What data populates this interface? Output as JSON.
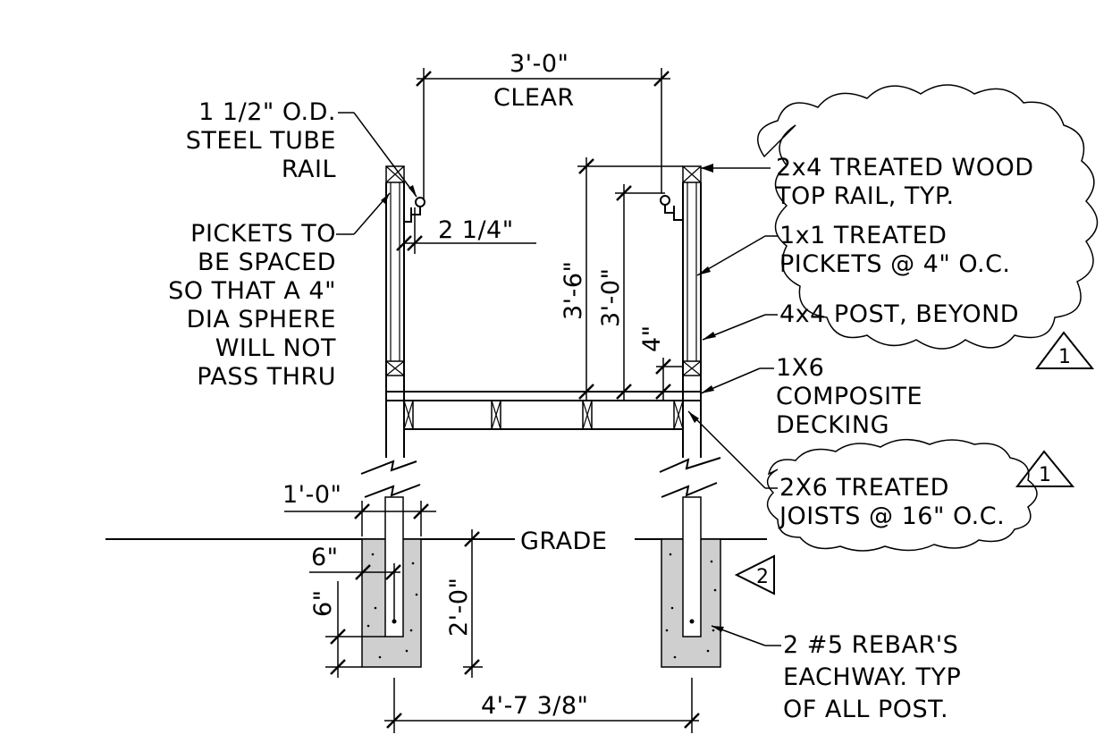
{
  "labels": {
    "rail_callout": [
      "1 1/2\" O.D.",
      "STEEL TUBE",
      "RAIL"
    ],
    "pickets_note": [
      "PICKETS TO",
      "BE SPACED",
      "SO THAT A 4\"",
      "DIA SPHERE",
      "WILL NOT",
      "PASS THRU"
    ],
    "top_rail": [
      "2x4 TREATED WOOD",
      "TOP RAIL, TYP."
    ],
    "pickets": [
      "1x1 TREATED",
      "PICKETS @ 4\" O.C."
    ],
    "post": [
      "4x4 POST, BEYOND"
    ],
    "decking": [
      "1X6",
      "COMPOSITE",
      "DECKING"
    ],
    "joists": [
      "2X6 TREATED",
      "JOISTS @ 16\" O.C."
    ],
    "rebar": [
      "2 #5 REBAR'S",
      "EACHWAY. TYP",
      "OF ALL POST."
    ],
    "grade": "GRADE"
  },
  "dimensions": {
    "clear_width": "3'-0\"",
    "clear_label": "CLEAR",
    "rail_offset": "2 1/4\"",
    "guard_height": "3'-6\"",
    "handrail_height": "3'-0\"",
    "bottom_gap": "4\"",
    "footing_width": "1'-0\"",
    "post_edge": "6\"",
    "embed_bottom": "6\"",
    "footing_depth": "2'-0\"",
    "footing_spacing": "4'-7 3/8\""
  },
  "revisions": {
    "rev1_a": "1",
    "rev1_b": "1",
    "rev2": "2"
  }
}
